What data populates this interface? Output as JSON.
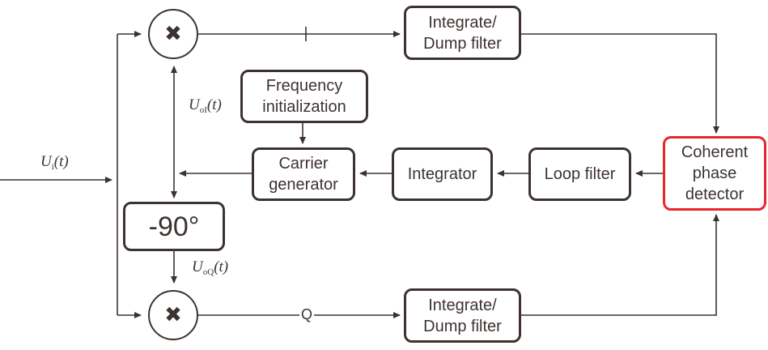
{
  "blocks": {
    "integrate_dump_top": "Integrate/\nDump filter",
    "integrate_dump_bottom": "Integrate/\nDump filter",
    "frequency_initialization": "Frequency\ninitialization",
    "carrier_generator": "Carrier\ngenerator",
    "integrator": "Integrator",
    "loop_filter": "Loop filter",
    "coherent_phase_detector": "Coherent\nphase\ndetector",
    "phase_shift": "-90°"
  },
  "multipliers": {
    "top_symbol": "✖",
    "bottom_symbol": "✖"
  },
  "signals": {
    "input": {
      "symbol": "U",
      "sub": "i",
      "arg": "(t)"
    },
    "local_i": {
      "symbol": "U",
      "sub": "oI",
      "arg": "(t)"
    },
    "local_q": {
      "symbol": "U",
      "sub": "oQ",
      "arg": "(t)"
    },
    "i_branch": "I",
    "q_branch": "Q"
  },
  "colors": {
    "line": "#3c3330",
    "highlight": "#e8262d"
  }
}
